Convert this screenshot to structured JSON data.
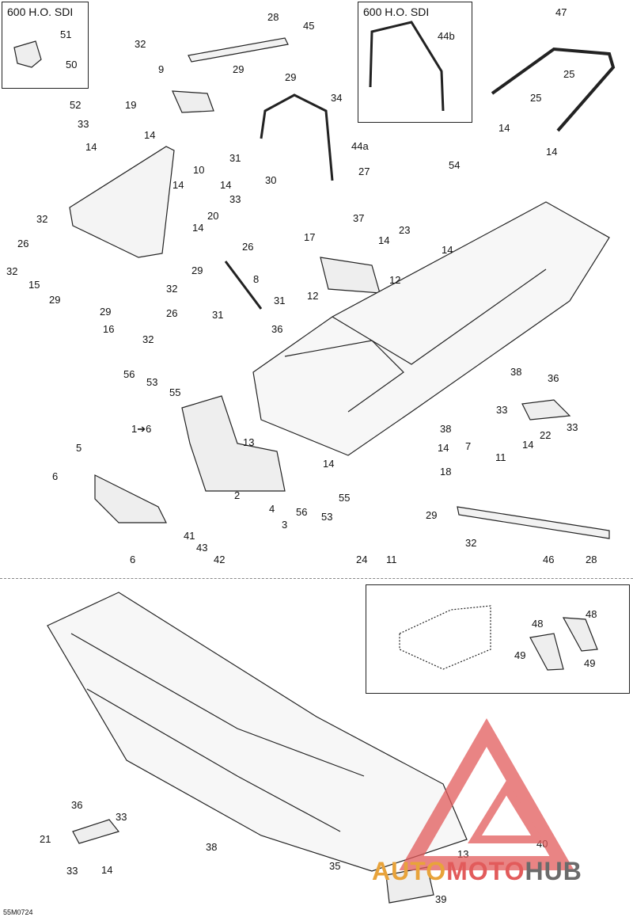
{
  "boxes": {
    "top_left_title": "600 H.O. SDI",
    "top_mid_title": "600 H.O. SDI"
  },
  "callouts": [
    {
      "id": "c51",
      "text": "51"
    },
    {
      "id": "c50",
      "text": "50"
    },
    {
      "id": "c28a",
      "text": "28"
    },
    {
      "id": "c45",
      "text": "45"
    },
    {
      "id": "c32a",
      "text": "32"
    },
    {
      "id": "c29a",
      "text": "29"
    },
    {
      "id": "c9",
      "text": "9"
    },
    {
      "id": "c44b",
      "text": "44b"
    },
    {
      "id": "c47",
      "text": "47"
    },
    {
      "id": "c25a",
      "text": "25"
    },
    {
      "id": "c25b",
      "text": "25"
    },
    {
      "id": "c29b",
      "text": "29"
    },
    {
      "id": "c34",
      "text": "34"
    },
    {
      "id": "c52",
      "text": "52"
    },
    {
      "id": "c19",
      "text": "19"
    },
    {
      "id": "c33a",
      "text": "33"
    },
    {
      "id": "c14a",
      "text": "14"
    },
    {
      "id": "c14b",
      "text": "14"
    },
    {
      "id": "c10",
      "text": "10"
    },
    {
      "id": "c44a",
      "text": "44a"
    },
    {
      "id": "c31a",
      "text": "31"
    },
    {
      "id": "c30",
      "text": "30"
    },
    {
      "id": "c27",
      "text": "27"
    },
    {
      "id": "c14c",
      "text": "14"
    },
    {
      "id": "c54",
      "text": "54"
    },
    {
      "id": "c14d",
      "text": "14"
    },
    {
      "id": "c14e",
      "text": "14"
    },
    {
      "id": "c14f",
      "text": "14"
    },
    {
      "id": "c33b",
      "text": "33"
    },
    {
      "id": "c20",
      "text": "20"
    },
    {
      "id": "c14g",
      "text": "14"
    },
    {
      "id": "c32b",
      "text": "32"
    },
    {
      "id": "c37",
      "text": "37"
    },
    {
      "id": "c26a",
      "text": "26"
    },
    {
      "id": "c17",
      "text": "17"
    },
    {
      "id": "c23",
      "text": "23"
    },
    {
      "id": "c14h",
      "text": "14"
    },
    {
      "id": "c14i",
      "text": "14"
    },
    {
      "id": "c32c",
      "text": "32"
    },
    {
      "id": "c15",
      "text": "15"
    },
    {
      "id": "c29c",
      "text": "29"
    },
    {
      "id": "c26b",
      "text": "26"
    },
    {
      "id": "c29d",
      "text": "29"
    },
    {
      "id": "c8",
      "text": "8"
    },
    {
      "id": "c12a",
      "text": "12"
    },
    {
      "id": "c12b",
      "text": "12"
    },
    {
      "id": "c32d",
      "text": "32"
    },
    {
      "id": "c29e",
      "text": "29"
    },
    {
      "id": "c26c",
      "text": "26"
    },
    {
      "id": "c16",
      "text": "16"
    },
    {
      "id": "c32e",
      "text": "32"
    },
    {
      "id": "c31b",
      "text": "31"
    },
    {
      "id": "c31c",
      "text": "31"
    },
    {
      "id": "c36a",
      "text": "36"
    },
    {
      "id": "c38a",
      "text": "38"
    },
    {
      "id": "c36b",
      "text": "36"
    },
    {
      "id": "c56a",
      "text": "56"
    },
    {
      "id": "c53a",
      "text": "53"
    },
    {
      "id": "c55a",
      "text": "55"
    },
    {
      "id": "c1-6",
      "text": "1➔6"
    },
    {
      "id": "c13a",
      "text": "13"
    },
    {
      "id": "c33c",
      "text": "33"
    },
    {
      "id": "c33d",
      "text": "33"
    },
    {
      "id": "c22",
      "text": "22"
    },
    {
      "id": "c14j",
      "text": "14"
    },
    {
      "id": "c38b",
      "text": "38"
    },
    {
      "id": "c7",
      "text": "7"
    },
    {
      "id": "c14k",
      "text": "14"
    },
    {
      "id": "c11a",
      "text": "11"
    },
    {
      "id": "c5",
      "text": "5"
    },
    {
      "id": "c18",
      "text": "18"
    },
    {
      "id": "c14l",
      "text": "14"
    },
    {
      "id": "c6a",
      "text": "6"
    },
    {
      "id": "c2",
      "text": "2"
    },
    {
      "id": "c4",
      "text": "4"
    },
    {
      "id": "c56b",
      "text": "56"
    },
    {
      "id": "c55b",
      "text": "55"
    },
    {
      "id": "c53b",
      "text": "53"
    },
    {
      "id": "c29f",
      "text": "29"
    },
    {
      "id": "c41",
      "text": "41"
    },
    {
      "id": "c3",
      "text": "3"
    },
    {
      "id": "c43",
      "text": "43"
    },
    {
      "id": "c32f",
      "text": "32"
    },
    {
      "id": "c42",
      "text": "42"
    },
    {
      "id": "c6b",
      "text": "6"
    },
    {
      "id": "c24",
      "text": "24"
    },
    {
      "id": "c11b",
      "text": "11"
    },
    {
      "id": "c46",
      "text": "46"
    },
    {
      "id": "c28b",
      "text": "28"
    },
    {
      "id": "c48a",
      "text": "48"
    },
    {
      "id": "c48b",
      "text": "48"
    },
    {
      "id": "c49a",
      "text": "49"
    },
    {
      "id": "c49b",
      "text": "49"
    },
    {
      "id": "c36c",
      "text": "36"
    },
    {
      "id": "c33e",
      "text": "33"
    },
    {
      "id": "c21",
      "text": "21"
    },
    {
      "id": "c33f",
      "text": "33"
    },
    {
      "id": "c14m",
      "text": "14"
    },
    {
      "id": "c38c",
      "text": "38"
    },
    {
      "id": "c35",
      "text": "35"
    },
    {
      "id": "c40",
      "text": "40"
    },
    {
      "id": "c13b",
      "text": "13"
    },
    {
      "id": "c39",
      "text": "39"
    }
  ],
  "reference_code": "55M0724",
  "watermark": {
    "part1": "AUTO",
    "part2": "MOTO",
    "part3": "HUB",
    "colors": {
      "orange": "#e8a33b",
      "red": "#e25b5b",
      "gray": "#6b6b6b"
    }
  }
}
